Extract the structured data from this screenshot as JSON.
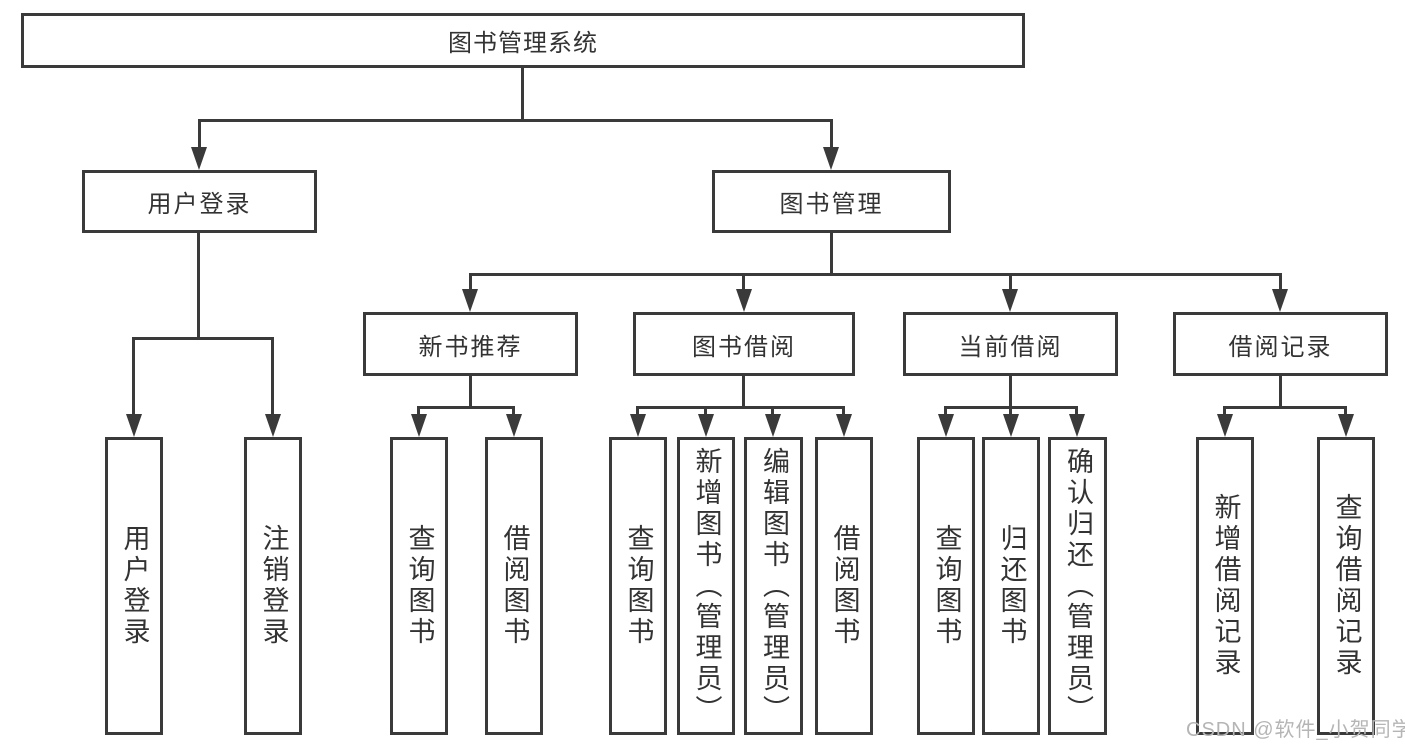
{
  "diagram": {
    "root": {
      "label": "图书管理系统"
    },
    "branches": [
      {
        "label": "用户登录",
        "children": [
          {
            "label": "用户登录"
          },
          {
            "label": "注销登录"
          }
        ]
      },
      {
        "label": "图书管理",
        "children": [
          {
            "label": "新书推荐",
            "children": [
              {
                "label": "查询图书"
              },
              {
                "label": "借阅图书"
              }
            ]
          },
          {
            "label": "图书借阅",
            "children": [
              {
                "label": "查询图书"
              },
              {
                "label": "新增图书（管理员）"
              },
              {
                "label": "编辑图书（管理员）"
              },
              {
                "label": "借阅图书"
              }
            ]
          },
          {
            "label": "当前借阅",
            "children": [
              {
                "label": "查询图书"
              },
              {
                "label": "归还图书"
              },
              {
                "label": "确认归还（管理员）"
              }
            ]
          },
          {
            "label": "借阅记录",
            "children": [
              {
                "label": "新增借阅记录"
              },
              {
                "label": "查询借阅记录"
              }
            ]
          }
        ]
      }
    ]
  },
  "watermark": "CSDN @软件_小贺同学",
  "colors": {
    "line": "#3a3a3a",
    "text": "#333333",
    "watermark": "#b5b5b5",
    "background": "#ffffff"
  }
}
